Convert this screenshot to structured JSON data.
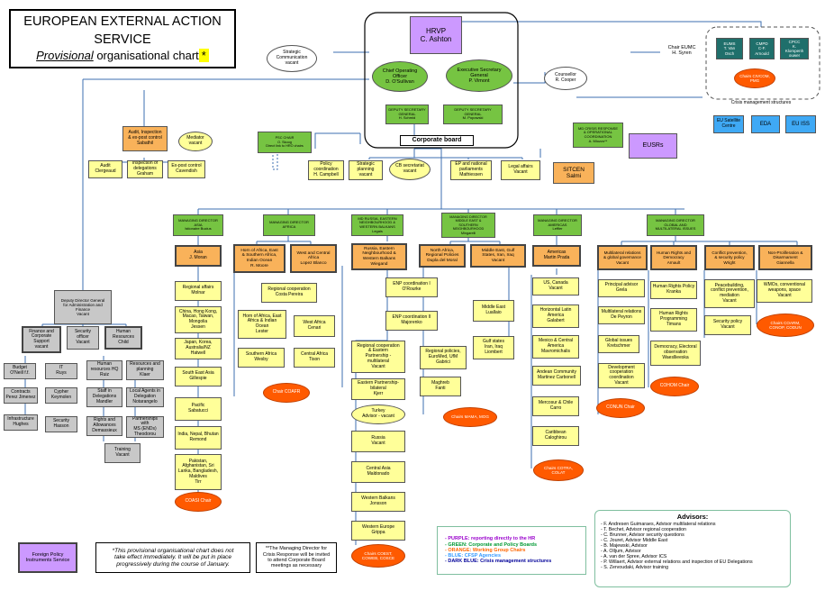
{
  "title": {
    "line1": "EUROPEAN EXTERNAL ACTION",
    "line2": "SERVICE",
    "provisional": "Provisional",
    "rest": " organisational chart",
    "star": "*"
  },
  "top": {
    "hrvp": "HRVP\nC. Ashton",
    "coo": "Chief Operating\nOfficer\nD. O'Sullivan",
    "exec_sec": "Executive Secretary\nGeneral\nP. Vimont",
    "dsg1": "DEPUTY SECRETARY\nGENERAL\nH. Schmid",
    "dsg2": "DEPUTY SECRETARY\nGENERAL\nM. Popowski",
    "corporate_board": "Corporate board",
    "strategic_comm": "Strategic\nCommunication\nvacant",
    "counsellor": "Counsellor\nR. Cooper",
    "chair_eumc": "Chair EUMC\nH. Syren",
    "eums": "EUMS\nT. Van\nOsch",
    "cmpd": "CMPD\nC-F.\nArnould",
    "cpcc": "CPCC\nK.\nKlompenh\nouwer",
    "chairs_civcom": "Chairs CIVCOM,\nPMG",
    "crisis_structures": "Crisis management structures",
    "eu_satellite": "EU Satellite\nCentre",
    "eda": "EDA",
    "eu_iss": "EU ISS",
    "md_crisis": "MD CRISIS RESPONSE\n& OPERATIONAL\nCOORDINATION\nA. Miozzo**",
    "eusrs": "EUSRs",
    "sitcen": "SITCEN\nSalmi",
    "psc_chair": "PSC CHAIR\nO. Skoog\nDirect link to HRO chairs",
    "policy_coord": "Policy\ncoordination\nH. Campbell",
    "strategic_planning": "Strategic\nplanning\nvacant",
    "cb_secretariat": "CB secretariat\nvacant",
    "ep_parliaments": "EP and national\nparliaments\nMathiessen",
    "legal_affairs": "Legal affairs\nVacant",
    "audit": "Audit, Inspection\n& ex-post control\nSabathil",
    "mediator": "Mediator\nvacant",
    "audit_sub": "Audit\nClergeaud",
    "inspection": "Inspection of\ndelegations\nGraham",
    "expost": "Ex-post control\nCavendish"
  },
  "admin": {
    "ddg": "Deputy Director General\nfor Administration and\nFinance\nVacant",
    "finance": "Finance and\nCorporate\nSupport\nvacant",
    "security_officer": "Security\nofficer\nVacant",
    "hr": "Human\nResources\nChild",
    "budget": "Budget\nO'Neill f.f.",
    "it": "IT\nRuys",
    "contracts": "Contracts\nPerez Jimenez",
    "cypher": "Cypher\nKeymolen",
    "infrastructure": "Infrastructure\nHughes",
    "security": "Security\nHasson",
    "hr_hq": "Human\nresources HQ\nRuiz",
    "staff_delegations": "Staff in\nDelegations\nMandler",
    "rights": "Rights and\nAllowances\nDemassieux",
    "resources_planning": "Resources and\nplanning\nKlaer",
    "local_agents": "Local Agents in\nDelegation\nNotarangelo",
    "partnerships": "Partnerships with\nMS (ENDs)\nTheodorou",
    "training": "Training\nVacant"
  },
  "asia": {
    "md": "MANAGING DIRECTOR\nASIA\nIstionaire Bucius",
    "head": "Asia\nJ. Moran",
    "items": [
      "Regional affairs\nMolnar",
      "China, Hong Kong,\nMacao, Taiwan,\nMongolia\nJessen",
      "Japan, Korea,\nAustralia/NZ\nHatwell",
      "South East Asia\nGillespie",
      "Pacific\nSabatucci",
      "India, Nepal, Bhutan\nRemond",
      "Pakistan,\nAfghanistan, Sri\nLanka, Bangladesh,\nMaldives\nTirr"
    ],
    "chair": "COASI Chair"
  },
  "africa": {
    "md": "MANAGING DIRECTOR\nAFRICA",
    "horn": "Horn of Africa, East\n& Southern Africa,\nIndian Ocean\nR. Moore",
    "west": "West and Central\nAfrica\nLopez Blanco",
    "regional": "Regional cooperation\nCosta Pereira",
    "horn_sub": "Horn of Africa, East\nAfrica & Indian\nOcean\nLester",
    "southern": "Southern Africa\nWesby",
    "west_sub": "West Africa\nCenari",
    "central": "Central Africa\nTison",
    "chair": "Chair COAFR"
  },
  "russia": {
    "md": "MD RUSSIA, EASTERN\nNEIGHBOURHOOD &\nWESTERN BALKANS\nLegais",
    "head": "Russia, Eastern\nNeighbourhood &\nWestern Balkans\nWiegand",
    "regional": "Regional cooperation\n& Eastern\nPartnership -\nmultilateral\nVacant",
    "eastern": "Eastern Partnership-\nbilateral\nKjerr",
    "turkey": "Turkey\nAdvisor - vacant",
    "russia": "Russia\nVacant",
    "central_asia": "Central Asia\nMaldonado",
    "w_balkans": "Western Balkans\nJonsson",
    "w_europe": "Western Europe\nGrippa",
    "chair": "Chairs COEST,\nCOWEB, COSCE"
  },
  "mena": {
    "md": "MANAGING DIRECTOR\nMIDDLE EAST &\nSOUTHERN\nNEIGHBOURHOOD\nMingarelli",
    "north_africa": "North Africa,\nRegional Policies\nDupla del Moral",
    "middle_east": "Middle East, Gulf\nStates, Iran, Iraq\nVacant",
    "enp1": "ENP coordination I\nO'Rourke",
    "enp2": "ENP coordination II\nMajorenko",
    "regional_policies": "Regional policies,\nEuroMed, UfM\nGabrici",
    "maghreb": "Maghreb\nFanti",
    "me": "Middle East\nLuallaio",
    "gulf": "Gulf states\nIran, Iraq\nLiombert",
    "chair": "Chairs MAMA, MOG"
  },
  "americas": {
    "md": "MANAGING DIRECTOR\nAMERICAS\nLeffler",
    "head": "Americas\nMartin Prada",
    "items": [
      "US, Canada\nVacant",
      "Horizontal Latin\nAmerica\nGalabert",
      "Mexico & Central\nAmerica\nMavromichalis",
      "Andean Community\nMartinez Carbonell",
      "Mercosur & Chile\nCarro",
      "Caribbean\nCaloghirou"
    ],
    "chair": "Chairs COTRA,\nCOLAT"
  },
  "global": {
    "md": "MANAGING DIRECTOR\nGLOBAL AND\nMULTILATERAL ISSUES",
    "multilateral": "Multilateral relations\n& global governance\nVacant",
    "human_rights": "Human Rights and\nDemocracy\nArnault",
    "conflict": "Conflict prevention,\n& security policy\nWright",
    "nonprolif": "Non-Proliferation &\nDisarmament\nGiannella",
    "principal_advisor": "Principal advisor\nGrela",
    "multilateral_adv": "Multilateral relations\nDe Peyron",
    "global_issues": "Global issues\nKretschmer",
    "development": "Development\ncooperation\ncoordination\nVacant",
    "hr_policy": "Human Rights Policy\nKranka",
    "hr_programming": "Human Rights\nProgramming\nTimans",
    "democracy": "Democracy, Electoral\nobservation\nWaesllieeska",
    "peacebuilding": "Peacebuilding,\nconflict prevention,\nmediation\nVacant",
    "security_policy": "Security policy\nVacant",
    "wmd": "WMOs, conventional\nweapons, space\nVacant",
    "chair_conun": "CONUN Chair",
    "chair_cohom": "COHOM Chair",
    "chair_coarm": "Chairs COARM,\nCONOP, CODUN"
  },
  "footer": {
    "fpi": "Foreign Policy\nInstruments Service",
    "note1": "*This provisional organisational chart does not\ntake effect immediately. It will be put in place\nprogressively during the course of January.",
    "note2": "**The Managing Director for\nCrisis Response will be invited\nto attend Corporate Board\nmeetings as necessary",
    "legend": [
      {
        "text": "- PURPLE: reporting directly to the HR",
        "color": "#9900cc"
      },
      {
        "text": "- GREEN: Corporate and Policy Boards",
        "color": "#009933"
      },
      {
        "text": "- ORANGE: Working Group Chairs",
        "color": "#ff6600"
      },
      {
        "text": "- BLUE: CFSP Agencies",
        "color": "#3399ff"
      },
      {
        "text": "- DARK BLUE: Crisis management structures",
        "color": "#000099"
      }
    ],
    "advisors_title": "Advisors:",
    "advisors": [
      "- F. Andresen Guimaraes, Advisor multilateral relations",
      "- T. Bechet, Advisor regional cooperation",
      "- C. Brunner, Advisor security questions",
      "- C. Jouret, Advisor Middle East",
      "- B. Majewski, Advisor",
      "- A. Olljum, Advisor",
      "- A. van der Spree, Advisor ICS",
      "- P. Willaert, Advisor external relations and inspection of EU Delegations",
      "- S. Zervoudaki, Advisor training"
    ]
  }
}
